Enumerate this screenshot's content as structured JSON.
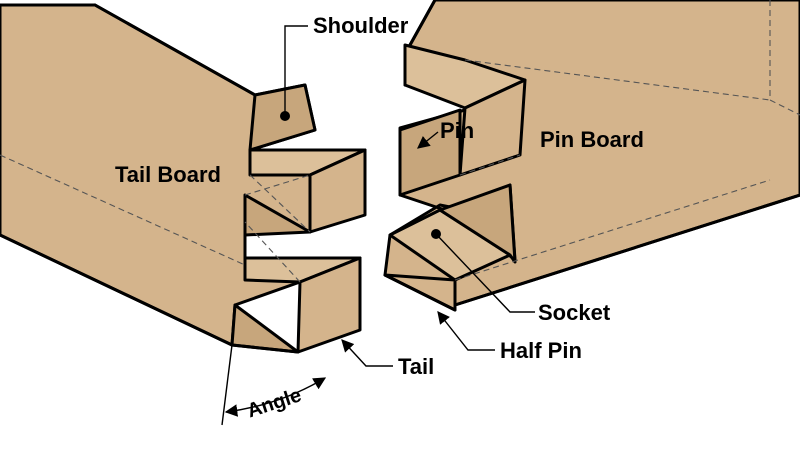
{
  "labels": {
    "shoulder": "Shoulder",
    "tail_board": "Tail Board",
    "pin": "Pin",
    "pin_board": "Pin Board",
    "socket": "Socket",
    "half_pin": "Half Pin",
    "tail": "Tail",
    "angle": "Angle"
  },
  "colors": {
    "wood": "#d4b48c",
    "wood_dark": "#c7a67c",
    "wood_light": "#dcc09a",
    "outline": "#000000"
  }
}
